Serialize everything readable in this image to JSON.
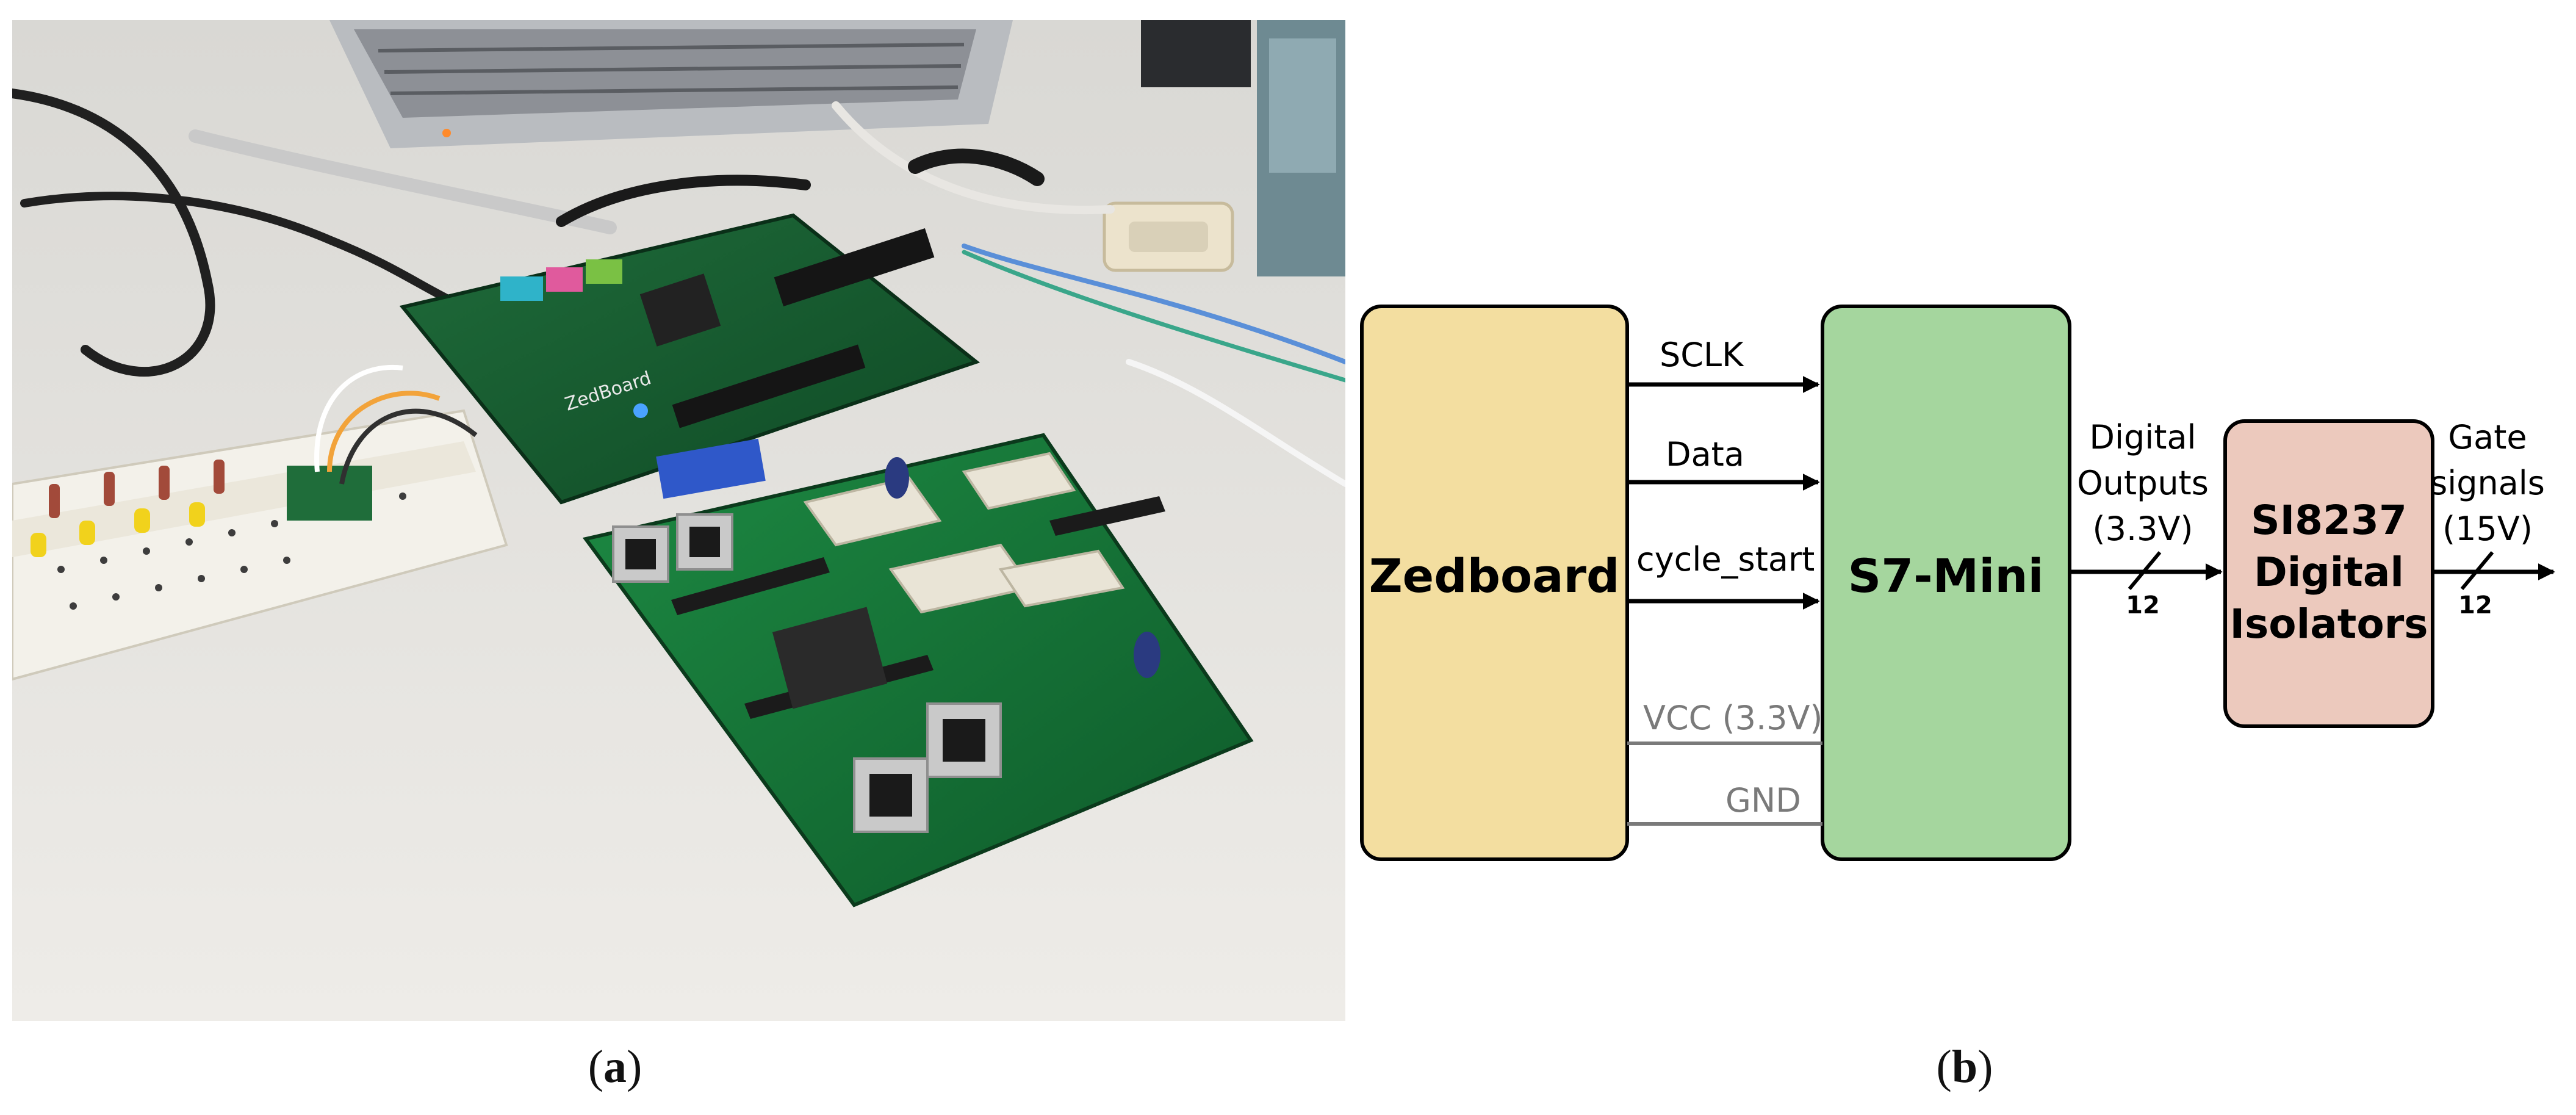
{
  "captions": {
    "a": {
      "open": "(",
      "letter": "a",
      "close": ")"
    },
    "b": {
      "open": "(",
      "letter": "b",
      "close": ")"
    }
  },
  "photo": {
    "board_label": "ZedBoard"
  },
  "diagram": {
    "blocks": {
      "zedboard": "Zedboard",
      "s7mini": "S7-Mini",
      "isolators": [
        "SI8237",
        "Digital",
        "Isolators"
      ]
    },
    "signals": {
      "sclk": "SCLK",
      "data": "Data",
      "cycle_start": "cycle_start",
      "vcc": "VCC (3.3V)",
      "gnd": "GND"
    },
    "outputs": {
      "digital": [
        "Digital",
        "Outputs",
        "(3.3V)"
      ],
      "gate": [
        "Gate",
        "signals",
        "(15V)"
      ],
      "bus_width_1": "12",
      "bus_width_2": "12"
    },
    "colors": {
      "zedboard_fill": "#f3dea0",
      "s7mini_fill": "#a5d69e",
      "isolators_fill": "#ecc9bd",
      "stroke": "#000000",
      "power_line": "#7a7a7a"
    }
  }
}
